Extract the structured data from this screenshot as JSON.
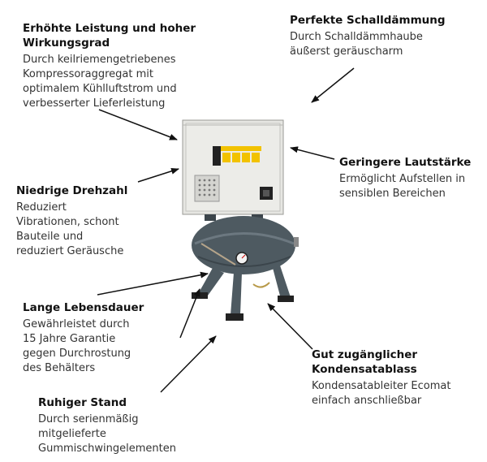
{
  "callouts": {
    "leistung": {
      "title": "Erhöhte Leistung und hoher\nWirkungsgrad",
      "text": "Durch keilriemengetriebenes\nKompressoraggregat mit\noptimalem Kühlluftstrom und\nverbesserter Lieferleistung"
    },
    "schalldaemmung": {
      "title": "Perfekte Schalldämmung",
      "text": "Durch Schalldämmhaube\näußerst geräuscharm"
    },
    "lautstaerke": {
      "title": "Geringere Lautstärke",
      "text": "Ermöglicht Aufstellen in\nsensiblen Bereichen"
    },
    "drehzahl": {
      "title": "Niedrige Drehzahl",
      "text": "Reduziert\nVibrationen, schont\nBauteile und\nreduziert Geräusche"
    },
    "lebensdauer": {
      "title": "Lange Lebensdauer",
      "text": "Gewährleistet durch\n15 Jahre Garantie\ngegen Durchrostung\ndes Behälters"
    },
    "kondensat": {
      "title": "Gut zugänglicher\nKondensatablass",
      "text": "Kondensatableiter Ecomat\neinfach anschließbar"
    },
    "stand": {
      "title": "Ruhiger Stand",
      "text": "Durch serienmäßig\nmitgelieferte\nGummischwingelementen"
    }
  },
  "colors": {
    "hood": "#e9e9e5",
    "tank": "#4e5a61",
    "logo_yellow": "#f2c200",
    "arrow": "#111111"
  }
}
